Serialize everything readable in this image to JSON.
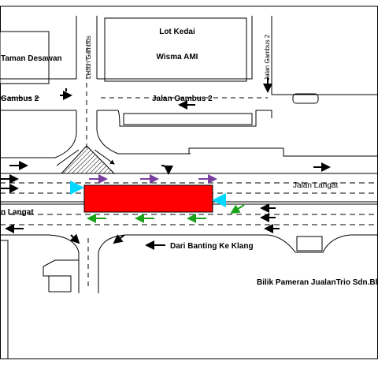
{
  "labels": {
    "taman_desawan": "Taman Desawan",
    "lot_kedai": "Lot Kedai",
    "wisma_ami": "Wisma AMI",
    "lebuh_gambus": "Lebuh Gambus",
    "jalan_gambus_2_vertical": "Jalan Gambus 2",
    "gambus_2_left": "Gambus 2",
    "jalan_gambus_2": "Jalan Gambus 2",
    "jalan_langat_right": "Jalan Langat",
    "jalan_langat_left": "n Langat",
    "dari_banting": "Dari Banting Ke Klang",
    "bilik_pameran": "Bilik Pameran JualanTrio Sdn.Bhd"
  },
  "colors": {
    "work_zone": "#ff0000",
    "lane_arrow_purple": "#7b3fa0",
    "lane_arrow_green": "#1aa31a",
    "lane_arrow_cyan": "#00d8ff",
    "line": "#000000"
  },
  "icons": {
    "black_arrow": "arrow-icon",
    "purple_arrow": "lane-arrow-icon",
    "green_arrow": "lane-arrow-icon"
  }
}
